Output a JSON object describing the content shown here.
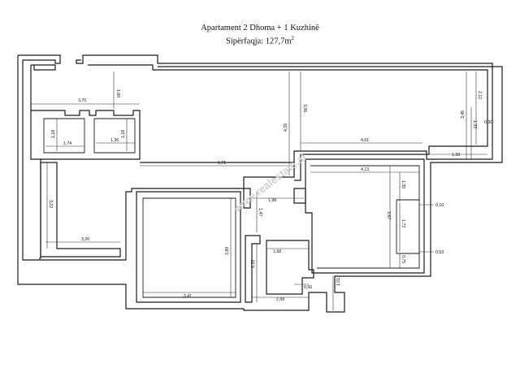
{
  "title": {
    "line1": "Apartament 2 Dhoma + 1 Kuzhinë",
    "line2_prefix": "Sipërfaqja: 127,7m",
    "line2_sup": "2"
  },
  "watermark": "www.realestate.al",
  "dimensions": {
    "top_left_width": "3,70",
    "top_left_height": "1,60",
    "bath1_height": "1,18",
    "bath1_width": "1,74",
    "bath2_height": "1,18",
    "bath2_width": "1,36",
    "corridor_length": "5,71",
    "mid_vertical_a": "4,29",
    "mid_vertical_b": "3,06",
    "right_width": "4,61",
    "right_height_a": "3,45",
    "right_height_b": "2,12",
    "right_height_c": "1,33",
    "right_small_a": "0,30",
    "right_small_b": "1,90",
    "living_width": "4,13",
    "living_height": "3,67",
    "living_sub_a": "1,30",
    "living_sub_b": "1,72",
    "living_sub_c": "0,75",
    "living_side_a": "0,10",
    "living_side_b": "0,53",
    "left_room_height": "3,22",
    "left_room_width": "3,26",
    "hall_a": "1,98",
    "hall_b": "1,47",
    "room_height": "3,89",
    "room_width": "3,41",
    "small_height": "2,33",
    "small_width": "1,68",
    "bottom_a": "0,66",
    "bottom_b": "2,68",
    "bottom_c": "1,01"
  }
}
